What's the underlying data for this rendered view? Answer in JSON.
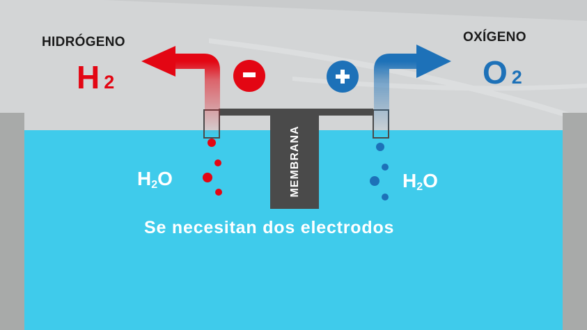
{
  "hydrogen": {
    "name": "HIDRÓGENO",
    "symbol": "H",
    "subscript": "2",
    "color": "#e30613"
  },
  "oxygen": {
    "name": "OXÍGENO",
    "symbol": "O",
    "subscript": "2",
    "color": "#1d71b8"
  },
  "electrodes": {
    "negative": {
      "sign": "-",
      "color": "#e30613"
    },
    "positive": {
      "sign": "+",
      "color": "#1d71b8"
    }
  },
  "membrane": {
    "label": "MEMBRANA",
    "color": "#4a4a4a"
  },
  "water": {
    "left": {
      "text": "H",
      "subscript": "2",
      "suffix": "O"
    },
    "right": {
      "text": "H",
      "subscript": "2",
      "suffix": "O"
    },
    "color": "#3fcbeb"
  },
  "caption": "Se necesitan dos electrodos"
}
